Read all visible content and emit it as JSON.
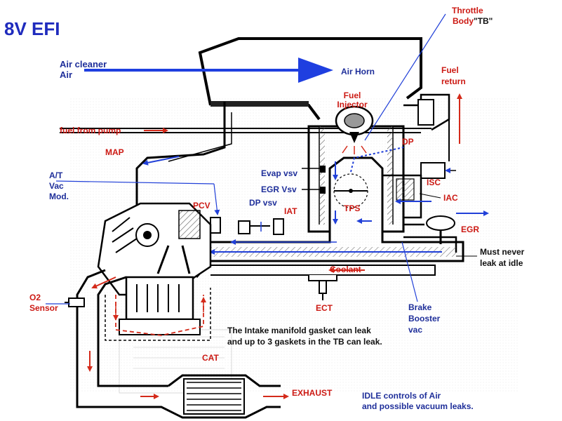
{
  "title": "8V  EFI",
  "colors": {
    "title": "#1f2bbd",
    "red_label": "#cc1a14",
    "blue_label": "#1f2f9a",
    "black_label": "#111111",
    "air_arrow": "#1f3fe0",
    "blue_flow": "#2140d8",
    "red_flow": "#d42a1a"
  },
  "labels": {
    "throttle_body_line1": "Throttle",
    "throttle_body_line2": "Body",
    "throttle_body_tb": "\"TB\"",
    "air_cleaner_line1": "Air cleaner",
    "air_cleaner_line2": "Air",
    "air_horn": "Air Horn",
    "fuel_return_line1": "Fuel",
    "fuel_return_line2": "return",
    "fuel_injector_line1": "Fuel",
    "fuel_injector_line2": "Injector",
    "fuel_from_pump": "fuel from pump",
    "map": "MAP",
    "dp": "DP",
    "at_vac_mod_line1": "A/T",
    "at_vac_mod_line2": "Vac",
    "at_vac_mod_line3": "Mod.",
    "evap_vsv": "Evap vsv",
    "egr_vsv": "EGR Vsv",
    "isc": "ISC",
    "iac": "IAC",
    "pcv": "PCV",
    "dp_vsv": "DP vsv",
    "iat": "IAT",
    "tps": "TPS",
    "egr": "EGR",
    "must_never_line1": "Must never",
    "must_never_line2": "leak at idle",
    "coolant": "Coolant",
    "o2_sensor_line1": "O2",
    "o2_sensor_line2": "Sensor",
    "ect": "ECT",
    "brake_booster_line1": "Brake",
    "brake_booster_line2": "Booster",
    "brake_booster_line3": "vac",
    "gasket_note_line1": "The Intake manifold gasket can leak",
    "gasket_note_line2": "and up to 3 gaskets in the TB can leak.",
    "cat": "CAT",
    "exhaust": "EXHAUST",
    "idle_note_line1": "IDLE controls of Air",
    "idle_note_line2": "and possible vacuum leaks."
  }
}
